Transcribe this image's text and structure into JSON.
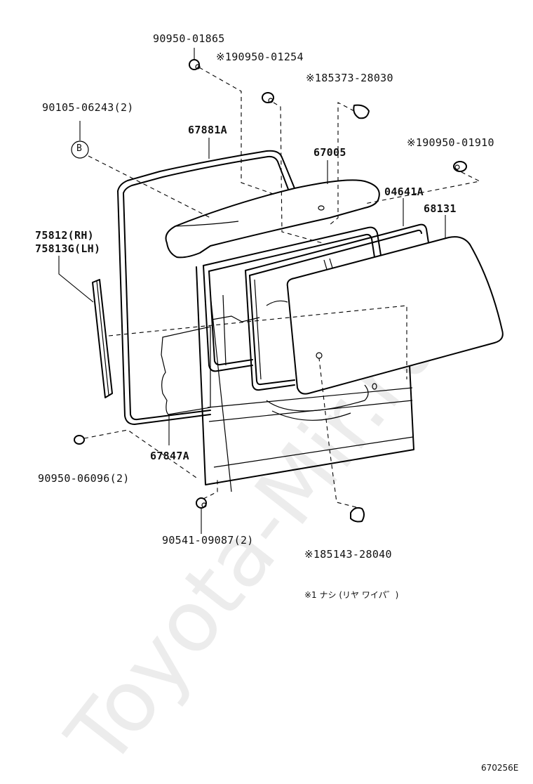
{
  "watermark": "Toyota-Mir.ru",
  "figure_id": "670256E",
  "note": "※1 ナシ (リヤ  ワイパ゛)",
  "parts": {
    "p_90950_01865": "90950-01865",
    "p_90950_01254": "※190950-01254",
    "p_85373_28030": "※185373-28030",
    "p_90105_06243": "90105-06243(2)",
    "p_67881A": "67881A",
    "p_67005": "67005",
    "p_90950_01910": "※190950-01910",
    "p_04641A": "04641A",
    "p_68131": "68131",
    "p_75812": "75812(RH)",
    "p_75813G": "75813G(LH)",
    "p_67847A": "67847A",
    "p_90950_06096": "90950-06096(2)",
    "p_90541_09087": "90541-09087(2)",
    "p_85143_28040": "※185143-28040"
  },
  "callout_b": "B"
}
